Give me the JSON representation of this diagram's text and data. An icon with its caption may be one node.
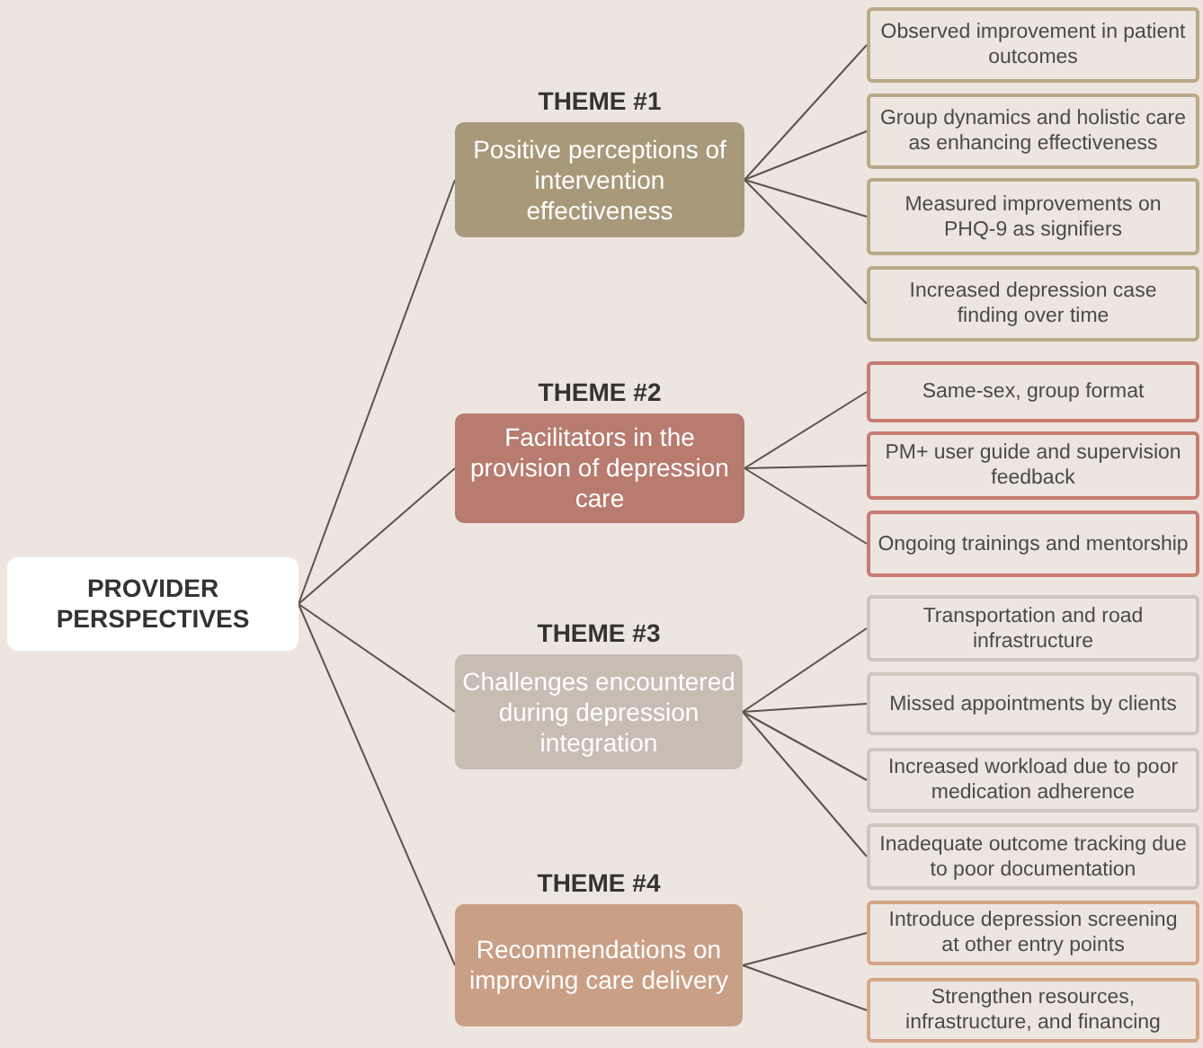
{
  "diagram": {
    "nodes": [
      {
        "text": [
          "PROVIDER PERSPECTIVES"
        ]
      },
      {
        "text": [
          "THEME #1",
          "Positive perceptions of intervention effectiveness"
        ]
      },
      {
        "text": [
          "Observed improvement in patient outcomes"
        ]
      },
      {
        "text": [
          "Group dynamics and holistic care as enhancing effectiveness"
        ]
      },
      {
        "text": [
          "Measured improvements on PHQ-9 as signifiers"
        ]
      },
      {
        "text": [
          "Increased depression case finding over time"
        ]
      },
      {
        "text": [
          "THEME #2",
          "Facilitators in the provision of depression care"
        ]
      },
      {
        "text": [
          "Same-sex, group format"
        ]
      },
      {
        "text": [
          "PM+ user guide and supervision feedback"
        ]
      },
      {
        "text": [
          "Ongoing trainings and mentorship"
        ]
      },
      {
        "text": [
          "THEME #3",
          "Challenges encountered during depression integration"
        ]
      },
      {
        "text": [
          "Transportation and road infrastructure"
        ]
      },
      {
        "text": [
          "Missed appointments by clients"
        ]
      },
      {
        "text": [
          "Increased workload due to poor medication adherence"
        ]
      },
      {
        "text": [
          "Inadequate outcome tracking due to poor documentation"
        ]
      },
      {
        "text": [
          "THEME #4",
          "Recommendations on improving care delivery"
        ]
      },
      {
        "text": [
          "Introduce depression screening at other entry points"
        ]
      },
      {
        "text": [
          "Strengthen resources, infrastructure, and financing"
        ]
      }
    ],
    "edges": [
      {
        "from": 0,
        "to": 1,
        "arrow": "none"
      },
      {
        "from": 0,
        "to": 6,
        "arrow": "none"
      },
      {
        "from": 0,
        "to": 10,
        "arrow": "none"
      },
      {
        "from": 0,
        "to": 15,
        "arrow": "none"
      },
      {
        "from": 1,
        "to": 2,
        "arrow": "none"
      },
      {
        "from": 1,
        "to": 3,
        "arrow": "none"
      },
      {
        "from": 1,
        "to": 4,
        "arrow": "none"
      },
      {
        "from": 1,
        "to": 5,
        "arrow": "none"
      },
      {
        "from": 6,
        "to": 7,
        "arrow": "none"
      },
      {
        "from": 6,
        "to": 8,
        "arrow": "none"
      },
      {
        "from": 6,
        "to": 9,
        "arrow": "none"
      },
      {
        "from": 10,
        "to": 11,
        "arrow": "none"
      },
      {
        "from": 10,
        "to": 12,
        "arrow": "none"
      },
      {
        "from": 10,
        "to": 13,
        "arrow": "none"
      },
      {
        "from": 10,
        "to": 14,
        "arrow": "none"
      },
      {
        "from": 15,
        "to": 16,
        "arrow": "none"
      },
      {
        "from": 15,
        "to": 17,
        "arrow": "none"
      }
    ]
  }
}
